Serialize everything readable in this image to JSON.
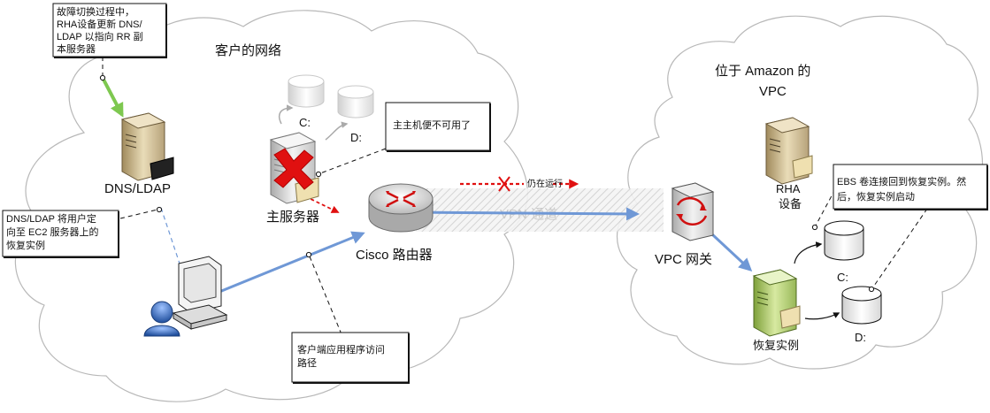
{
  "clouds": {
    "customer_network_label": "客户的网络",
    "amazon_vpc_label_line1": "位于 Amazon 的",
    "amazon_vpc_label_line2": "VPC"
  },
  "nodes": {
    "dns_ldap": "DNS/LDAP",
    "primary_server": "主服务器",
    "primary_disk_c": "C:",
    "primary_disk_d": "D:",
    "cisco_router": "Cisco 路由器",
    "vpn_tunnel": "VPN 通道",
    "vpc_gateway": "VPC 网关",
    "rha_line1": "RHA",
    "rha_line2": "设备",
    "recovery_instance": "恢复实例",
    "recovery_disk_c": "C:",
    "recovery_disk_d": "D:",
    "still_running": "仍在运行"
  },
  "callouts": {
    "failover": [
      "故障切换过程中，",
      "RHA设备更新 DNS/",
      "LDAP 以指向 RR 副",
      "本服务器"
    ],
    "dns_redirect": [
      "DNS/LDAP 将用户定",
      "向至 EC2 服务器上的",
      "恢复实例"
    ],
    "host_unavailable": [
      "主主机便不可用了"
    ],
    "client_path": [
      "客户端应用程序访问",
      "路径"
    ],
    "ebs_attach": [
      "EBS 卷连接回到恢复实例。然",
      "后，恢复实例启动"
    ]
  },
  "icons": {
    "dns_server": "server-tower-icon",
    "primary_server": "server-failed-icon",
    "failed_mark": "red-x-icon",
    "router": "router-icon",
    "gateway": "vpc-gateway-icon",
    "rha": "server-tower-icon",
    "recovery": "server-green-icon",
    "user": "user-workstation-icon",
    "disk": "disk-cylinder-icon"
  },
  "colors": {
    "connection": "#6f98d6",
    "failure": "#e01010",
    "update_arrow": "#7ec850",
    "cloud_stroke": "#b8b8b8"
  }
}
